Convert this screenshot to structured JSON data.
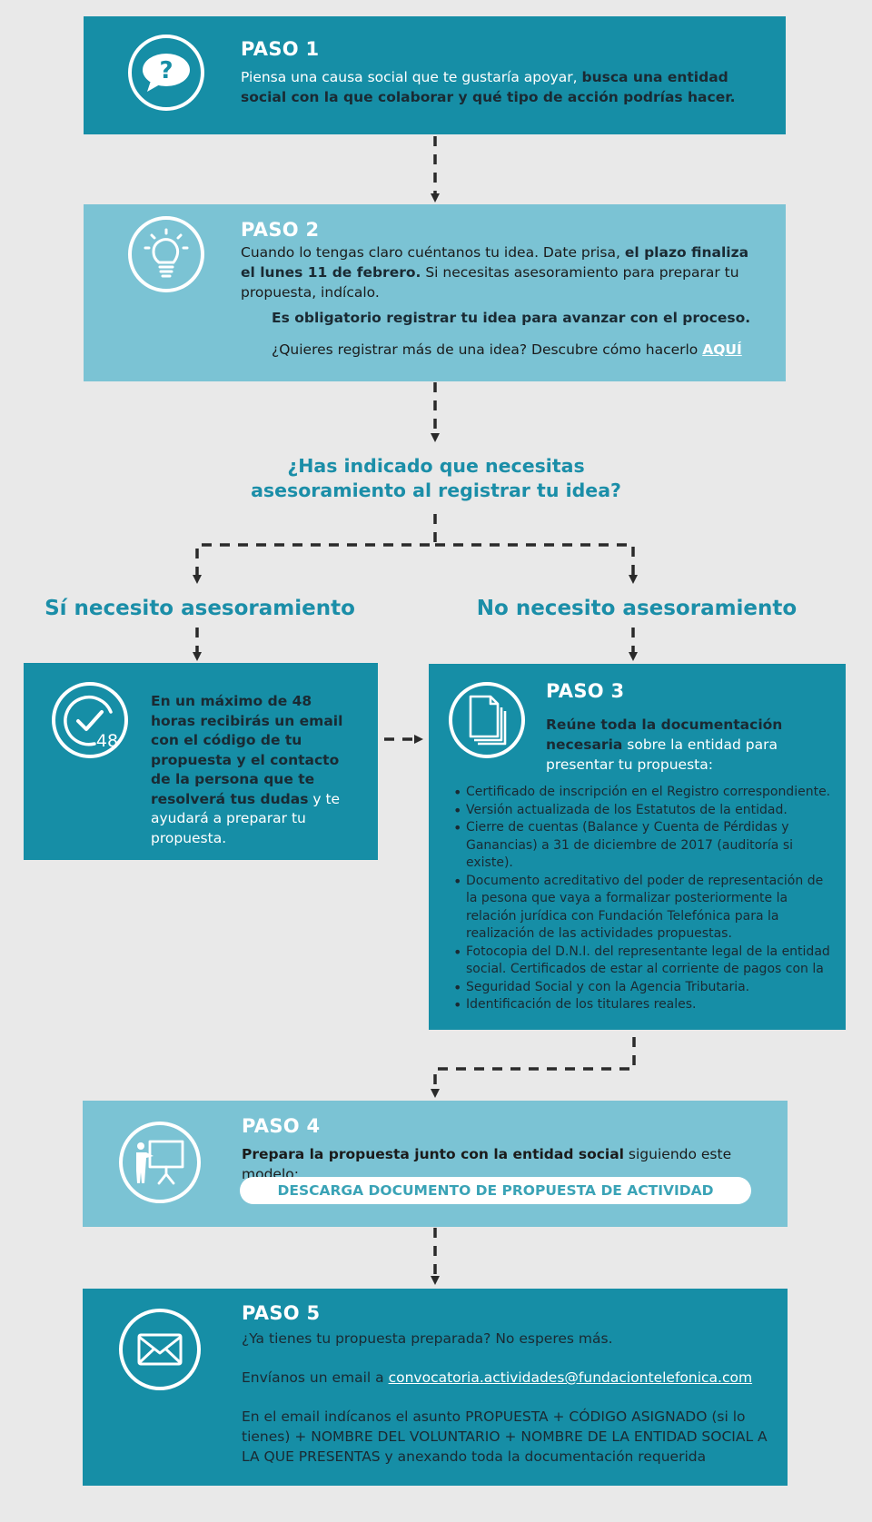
{
  "paso1": {
    "title": "PASO 1",
    "text_plain": "Piensa una causa social que te gustaría apoyar, ",
    "text_bold": "busca una entidad social con la que colaborar y qué tipo de acción podrías hacer."
  },
  "paso2": {
    "title": "PASO 2",
    "text_plain1": "Cuando lo tengas claro cuéntanos tu idea. Date prisa, ",
    "text_bold": "el plazo finaliza el lunes 11 de febrero.",
    "text_plain2": " Si necesitas asesoramiento para preparar tu propuesta, indícalo.",
    "mandatory": "Es obligatorio registrar tu idea para avanzar con el proceso.",
    "more_text": "¿Quieres registrar más de una idea? Descubre cómo hacerlo ",
    "more_link": "AQUÍ"
  },
  "question": {
    "line1": "¿Has indicado que necesitas",
    "line2": "asesoramiento al registrar tu idea?"
  },
  "branch_yes": "Sí necesito asesoramiento",
  "branch_no": "No necesito asesoramiento",
  "advice_box": {
    "badge": "48",
    "text_bold1": "En un máximo de 48 horas recibirás un email con el código de tu propuesta y el contacto de la persona que te resolverá tus dudas",
    "text_plain": " y te ayudará a preparar tu propuesta."
  },
  "paso3": {
    "title": "PASO 3",
    "text_bold": "Reúne toda la documentación necesaria",
    "text_plain": " sobre la entidad para presentar tu propuesta:",
    "items": [
      "Certificado de inscripción en el Registro correspondiente.",
      "Versión actualizada de los Estatutos de la entidad.",
      "Cierre de cuentas (Balance y Cuenta de Pérdidas y Ganancias) a 31 de diciembre de 2017 (auditoría si existe).",
      "Documento acreditativo del poder de representación de la pesona que vaya a formalizar posteriormente la relación jurídica con Fundación Telefónica para la realización de las actividades propuestas.",
      "Fotocopia del D.N.I. del representante legal de la entidad social. Certificados de estar al corriente de pagos con la",
      "Seguridad Social y con la Agencia Tributaria.",
      "Identificación de los titulares reales."
    ]
  },
  "paso4": {
    "title": "PASO 4",
    "text_bold": "Prepara la propuesta junto con la entidad social",
    "text_plain": " siguiendo este modelo:",
    "button": "DESCARGA DOCUMENTO DE PROPUESTA DE ACTIVIDAD"
  },
  "paso5": {
    "title": "PASO 5",
    "line1": "¿Ya tienes tu propuesta preparada? No esperes más.",
    "line2_prefix": "Envíanos un email a ",
    "email": "convocatoria.actividades@fundaciontelefonica.com",
    "line3": "En el email indícanos el asunto PROPUESTA + CÓDIGO ASIGNADO (si lo tienes) + NOMBRE DEL VOLUNTARIO + NOMBRE DE LA ENTIDAD SOCIAL A LA QUE PRESENTAS y anexando toda la documentación requerida"
  },
  "colors": {
    "dark_teal": "#168ea6",
    "light_teal": "#7bc3d4",
    "heading_teal": "#1b8ea8",
    "background": "#e9e9e9",
    "arrow": "#2a2a2a"
  },
  "icons": [
    "speech-question-icon",
    "lightbulb-icon",
    "clock-check-icon",
    "documents-icon",
    "presentation-board-icon",
    "envelope-icon"
  ]
}
